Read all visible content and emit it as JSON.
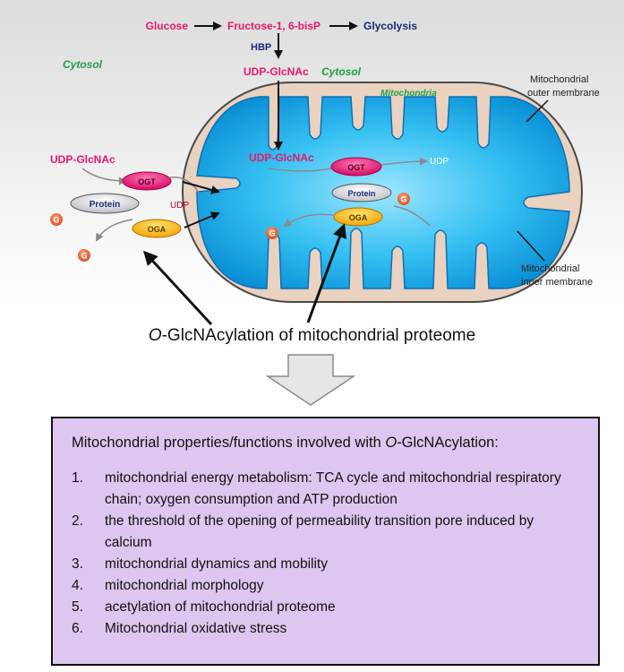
{
  "pathway": {
    "glucose": "Glucose",
    "fructose": "Fructose-1, 6-bisP",
    "glycolysis": "Glycolysis",
    "hbp": "HBP",
    "udp_glcnac_top": "UDP-GlcNAc",
    "cytosol_right": "Cytosol"
  },
  "cytosol_left": "Cytosol",
  "mitochondria_label": "Mitochondria",
  "outer_membrane": [
    "Mitochondrial",
    "outer membrane"
  ],
  "inner_membrane": [
    "Mitochondrial",
    "inner membrane"
  ],
  "cytosol_cycle": {
    "udp_glcnac": "UDP-GlcNAc",
    "ogt": "OGT",
    "protein": "Protein",
    "udp": "UDP",
    "oga": "OGA",
    "g1": "G",
    "g2": "G"
  },
  "mito_cycle": {
    "udp_glcnac": "UDP-GlcNAc",
    "ogt": "OGT",
    "udp": "UDP",
    "protein": "Protein",
    "g_protein": "G",
    "oga": "OGA",
    "g_out": "G"
  },
  "caption": {
    "italic": "O",
    "rest": "-GlcNAcylation of mitochondrial proteome"
  },
  "properties": {
    "heading_before": "Mitochondrial properties/functions  involved with ",
    "heading_italic": "O",
    "heading_after": "-GlcNAcylation:",
    "items": [
      {
        "num": "1.",
        "text": "mitochondrial energy metabolism: TCA cycle and mitochondrial respiratory chain; oxygen consumption and ATP production"
      },
      {
        "num": "2.",
        "text": "the threshold of the opening of permeability transition pore induced by calcium"
      },
      {
        "num": "3.",
        "text": "mitochondrial dynamics and mobility"
      },
      {
        "num": "4.",
        "text": "mitochondrial morphology"
      },
      {
        "num": "5.",
        "text": "acetylation of mitochondrial proteome"
      },
      {
        "num": "6.",
        "text": "Mitochondrial oxidative stress"
      }
    ]
  },
  "colors": {
    "pink": "#e8186e",
    "navy": "#1c2a78",
    "green": "#1ea04a",
    "box_fill": "#ddc6ef",
    "matrix": "#21b0ec",
    "outer_fill": "#e9d2bf"
  }
}
